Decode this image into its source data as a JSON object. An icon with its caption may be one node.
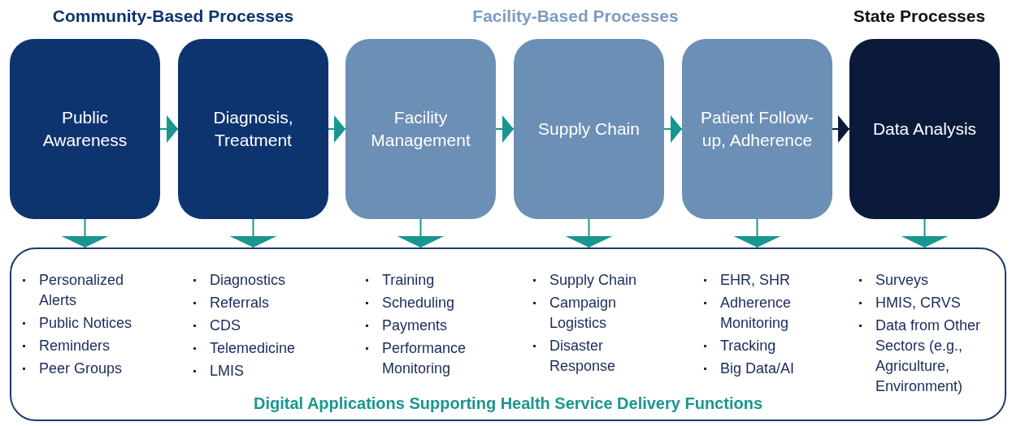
{
  "diagram": {
    "nodes": [
      {
        "text": [
          "Public Awareness"
        ]
      },
      {
        "text": [
          "Diagnosis, Treatment"
        ]
      },
      {
        "text": [
          "Facility Management"
        ]
      },
      {
        "text": [
          "Supply Chain"
        ]
      },
      {
        "text": [
          "Patient Follow-up, Adherence"
        ]
      },
      {
        "text": [
          "Data Analysis"
        ]
      },
      {
        "text": [
          "Digital Applications Supporting Health Service Delivery Functions"
        ]
      }
    ],
    "edges": [
      {
        "from": 0,
        "to": 1,
        "arrow": "to"
      },
      {
        "from": 1,
        "to": 2,
        "arrow": "to"
      },
      {
        "from": 2,
        "to": 3,
        "arrow": "to"
      },
      {
        "from": 3,
        "to": 4,
        "arrow": "to"
      },
      {
        "from": 4,
        "to": 5,
        "arrow": "to",
        "color": "#0b1a3a"
      },
      {
        "from": 0,
        "to": 6,
        "arrow": "to"
      },
      {
        "from": 1,
        "to": 6,
        "arrow": "to"
      },
      {
        "from": 2,
        "to": 6,
        "arrow": "to"
      },
      {
        "from": 3,
        "to": 6,
        "arrow": "to"
      },
      {
        "from": 4,
        "to": 6,
        "arrow": "to"
      },
      {
        "from": 5,
        "to": 6,
        "arrow": "to"
      }
    ],
    "labels": [
      "Community-Based Processes",
      "Facility-Based Processes",
      "State Processes",
      "Personalized Alerts",
      "Public Notices",
      "Reminders",
      "Peer Groups",
      "Diagnostics",
      "Referrals",
      "CDS",
      "Telemedicine",
      "LMIS",
      "Training",
      "Scheduling",
      "Payments",
      "Performance Monitoring",
      "Supply Chain",
      "Campaign Logistics",
      "Disaster Response",
      "EHR, SHR",
      "Adherence Monitoring",
      "Tracking",
      "Big Data/AI",
      "Surveys",
      "HMIS, CRVS",
      "Data from Other Sectors (e.g., Agriculture, Environment)"
    ]
  }
}
